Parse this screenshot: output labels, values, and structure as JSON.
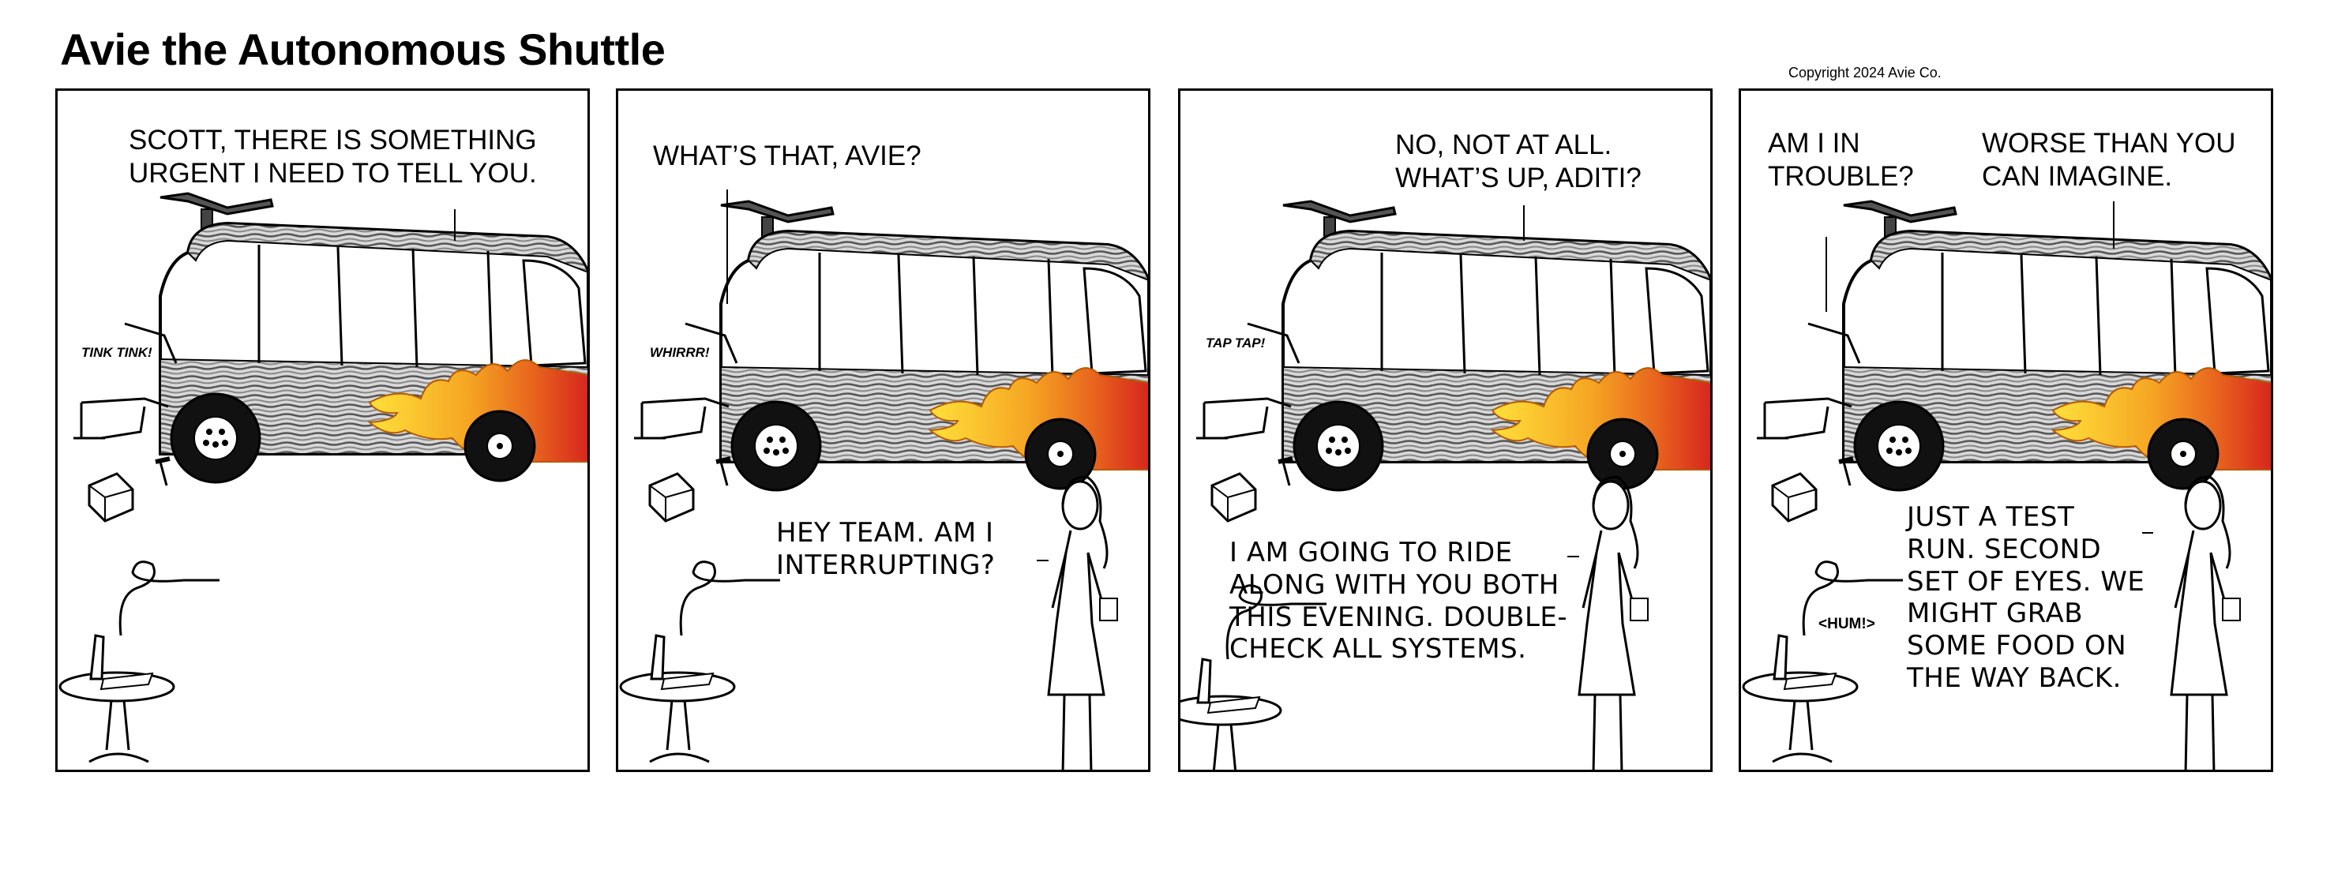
{
  "page": {
    "title": "Avie the Autonomous Shuttle",
    "copyright": "Copyright 2024 Avie Co."
  },
  "panels": [
    {
      "speech": [
        "SCOTT, THERE IS SOMETHING\nURGENT I NEED TO TELL YOU."
      ],
      "sound": "TINK TINK!"
    },
    {
      "speech": [
        "WHAT’S THAT, AVIE?",
        "HEY TEAM. AM I\nINTERRUPTING?"
      ],
      "sound": "WHIRRR!"
    },
    {
      "speech": [
        "NO, NOT AT ALL.\nWHAT’S UP, ADITI?",
        "I AM GOING TO RIDE\nALONG WITH YOU BOTH\nTHIS EVENING. DOUBLE-\nCHECK ALL SYSTEMS."
      ],
      "sound": "TAP TAP!"
    },
    {
      "speech": [
        "AM I IN\nTROUBLE?",
        "WORSE THAN YOU\nCAN IMAGINE.",
        "JUST A TEST\nRUN. SECOND\nSET OF EYES. WE\nMIGHT GRAB\nSOME FOOD ON\nTHE WAY BACK."
      ],
      "sound": "<HUM!>"
    }
  ],
  "colors": {
    "ink": "#000000",
    "flame_red": "#d7261e",
    "flame_orange": "#f08a1c",
    "flame_yellow": "#ffe03a"
  }
}
